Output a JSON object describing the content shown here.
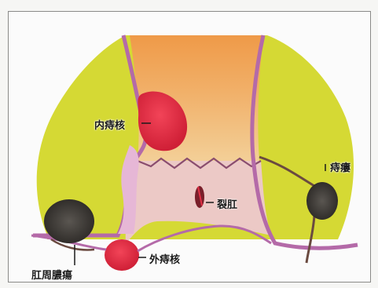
{
  "labels": {
    "internal_hemorrhoid": "内痔核",
    "fissure": "裂肛",
    "fistula": "痔瘻",
    "external_hemorrhoid": "外痔核",
    "perianal_abscess": "肛周膿瘍"
  },
  "colors": {
    "tissue_yellow": "#d4d832",
    "tissue_orange": "#e9a04e",
    "tissue_pink": "#e6c0c4",
    "mucosa_line": "#b46aa8",
    "hemorrhoid_red": "#e23046",
    "abscess_dark": "#3e3a36"
  }
}
